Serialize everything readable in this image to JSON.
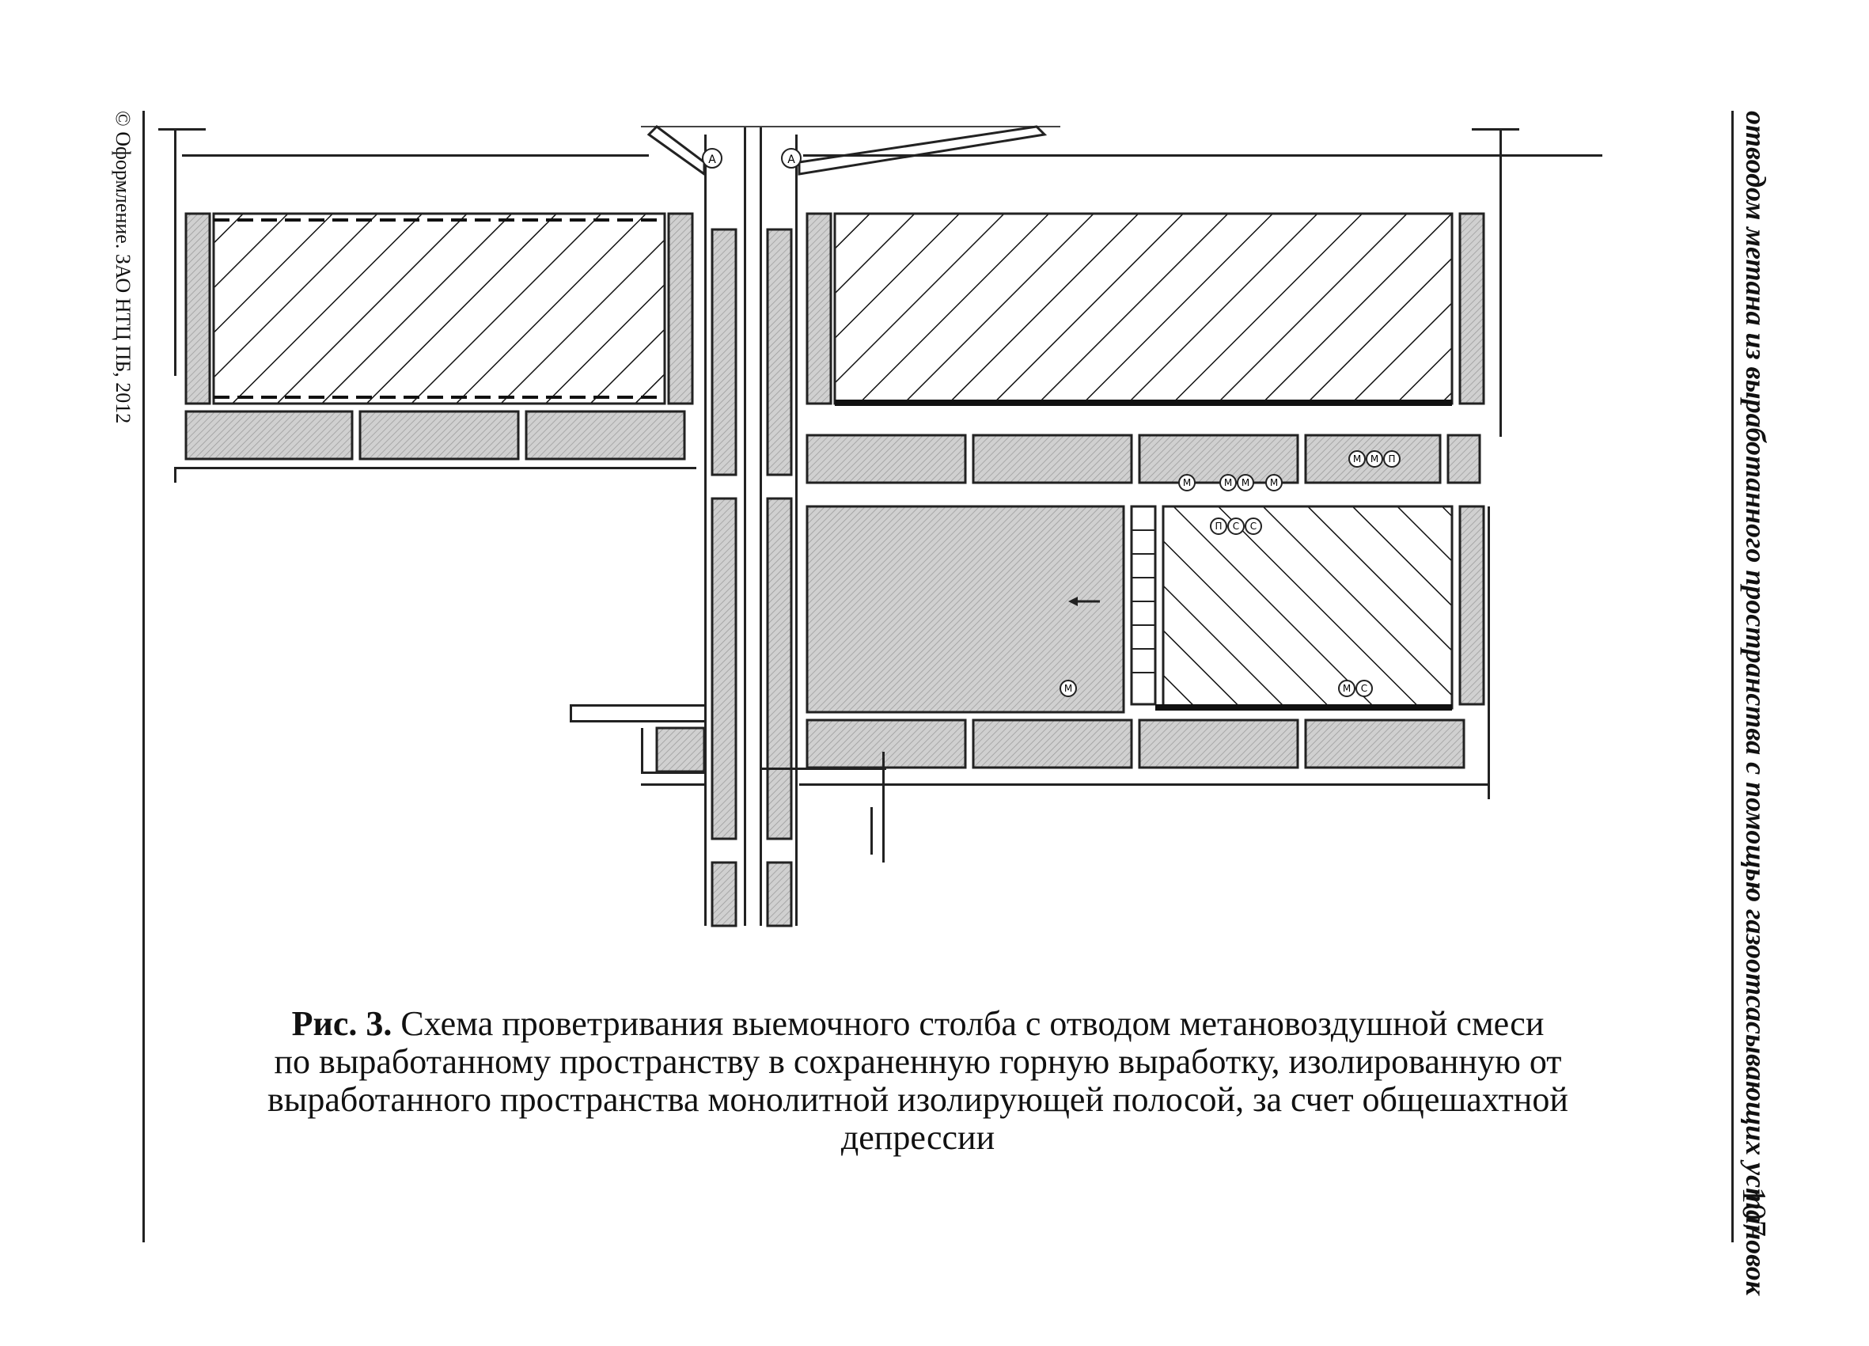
{
  "side_left_text": "© Оформление. ЗАО НТЦ ПБ, 2012",
  "side_right_text": "отводом метана из выработанного пространства с помощью газоотсасывающих установок",
  "page_number": "107",
  "caption": {
    "label": "Рис. 3.",
    "line1": " Схема проветривания выемочного столба с отводом метановоздушной смеси",
    "line2": "по выработанному пространству в сохраненную горную выработку, изолированную от",
    "line3": "выработанного пространства монолитной изолирующей полосой, за счет общешахтной",
    "line4": "депрессии"
  },
  "diagram": {
    "fan_labels_top": [
      "A",
      "A"
    ],
    "sensor_group_1": [
      "M",
      "M",
      "П"
    ],
    "sensor_group_2": [
      "M",
      "M",
      "M",
      "M"
    ],
    "sensor_group_3": [
      "П",
      "С",
      "С"
    ],
    "sensor_single": "M",
    "sensor_group_4": [
      "M",
      "С"
    ]
  }
}
